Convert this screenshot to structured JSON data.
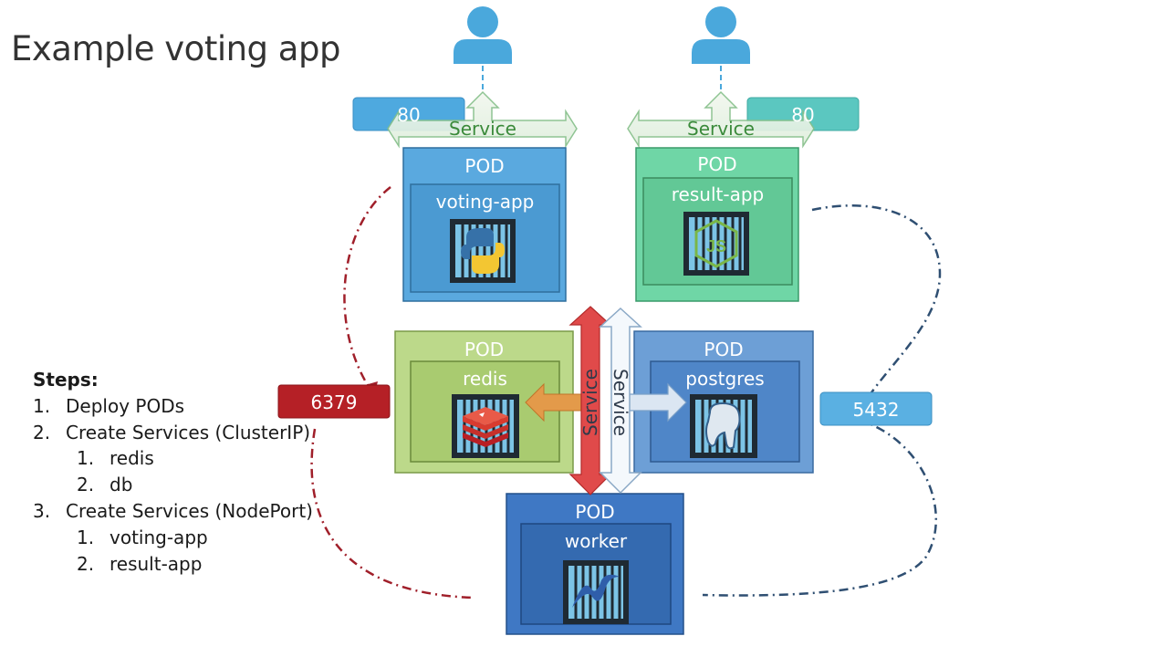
{
  "slide_title": "Example voting app",
  "steps": {
    "heading": "Steps:",
    "items": [
      {
        "num": "1.",
        "text": "Deploy PODs"
      },
      {
        "num": "2.",
        "text": "Create Services (ClusterIP)"
      },
      {
        "num": "1.",
        "text": "redis"
      },
      {
        "num": "2.",
        "text": "db"
      },
      {
        "num": "3.",
        "text": "Create Services (NodePort)"
      },
      {
        "num": "1.",
        "text": "voting-app"
      },
      {
        "num": "2.",
        "text": "result-app"
      }
    ]
  },
  "pods": {
    "voting": {
      "pod": "POD",
      "app": "voting-app"
    },
    "result": {
      "pod": "POD",
      "app": "result-app"
    },
    "redis": {
      "pod": "POD",
      "app": "redis"
    },
    "postgres": {
      "pod": "POD",
      "app": "postgres"
    },
    "worker": {
      "pod": "POD",
      "app": "worker"
    }
  },
  "services": {
    "voting_service": "Service",
    "result_service": "Service",
    "redis_service": "Service",
    "db_service": "Service"
  },
  "ports": {
    "voting": "80",
    "result": "80",
    "redis": "6379",
    "postgres": "5432"
  },
  "icons": {
    "user_left": "user-icon",
    "user_right": "user-icon",
    "voting": "python-container-icon",
    "result": "nodejs-container-icon",
    "redis": "redis-container-icon",
    "postgres": "postgres-container-icon",
    "worker": "dotnet-container-icon"
  },
  "colors": {
    "voting_pod": "#5aa9df",
    "result_pod": "#6fd6a6",
    "redis_pod": "#bcd98a",
    "postgres_pod": "#6d9fd6",
    "worker_pod": "#3f78c4",
    "redis_port": "#b52026",
    "postgres_port": "#5ab0e2",
    "voting_port": "#4ea9df",
    "result_port": "#5bc7c0",
    "redis_link": "#a01f2a",
    "postgres_link": "#2f4f72",
    "user": "#4aa8dc"
  }
}
